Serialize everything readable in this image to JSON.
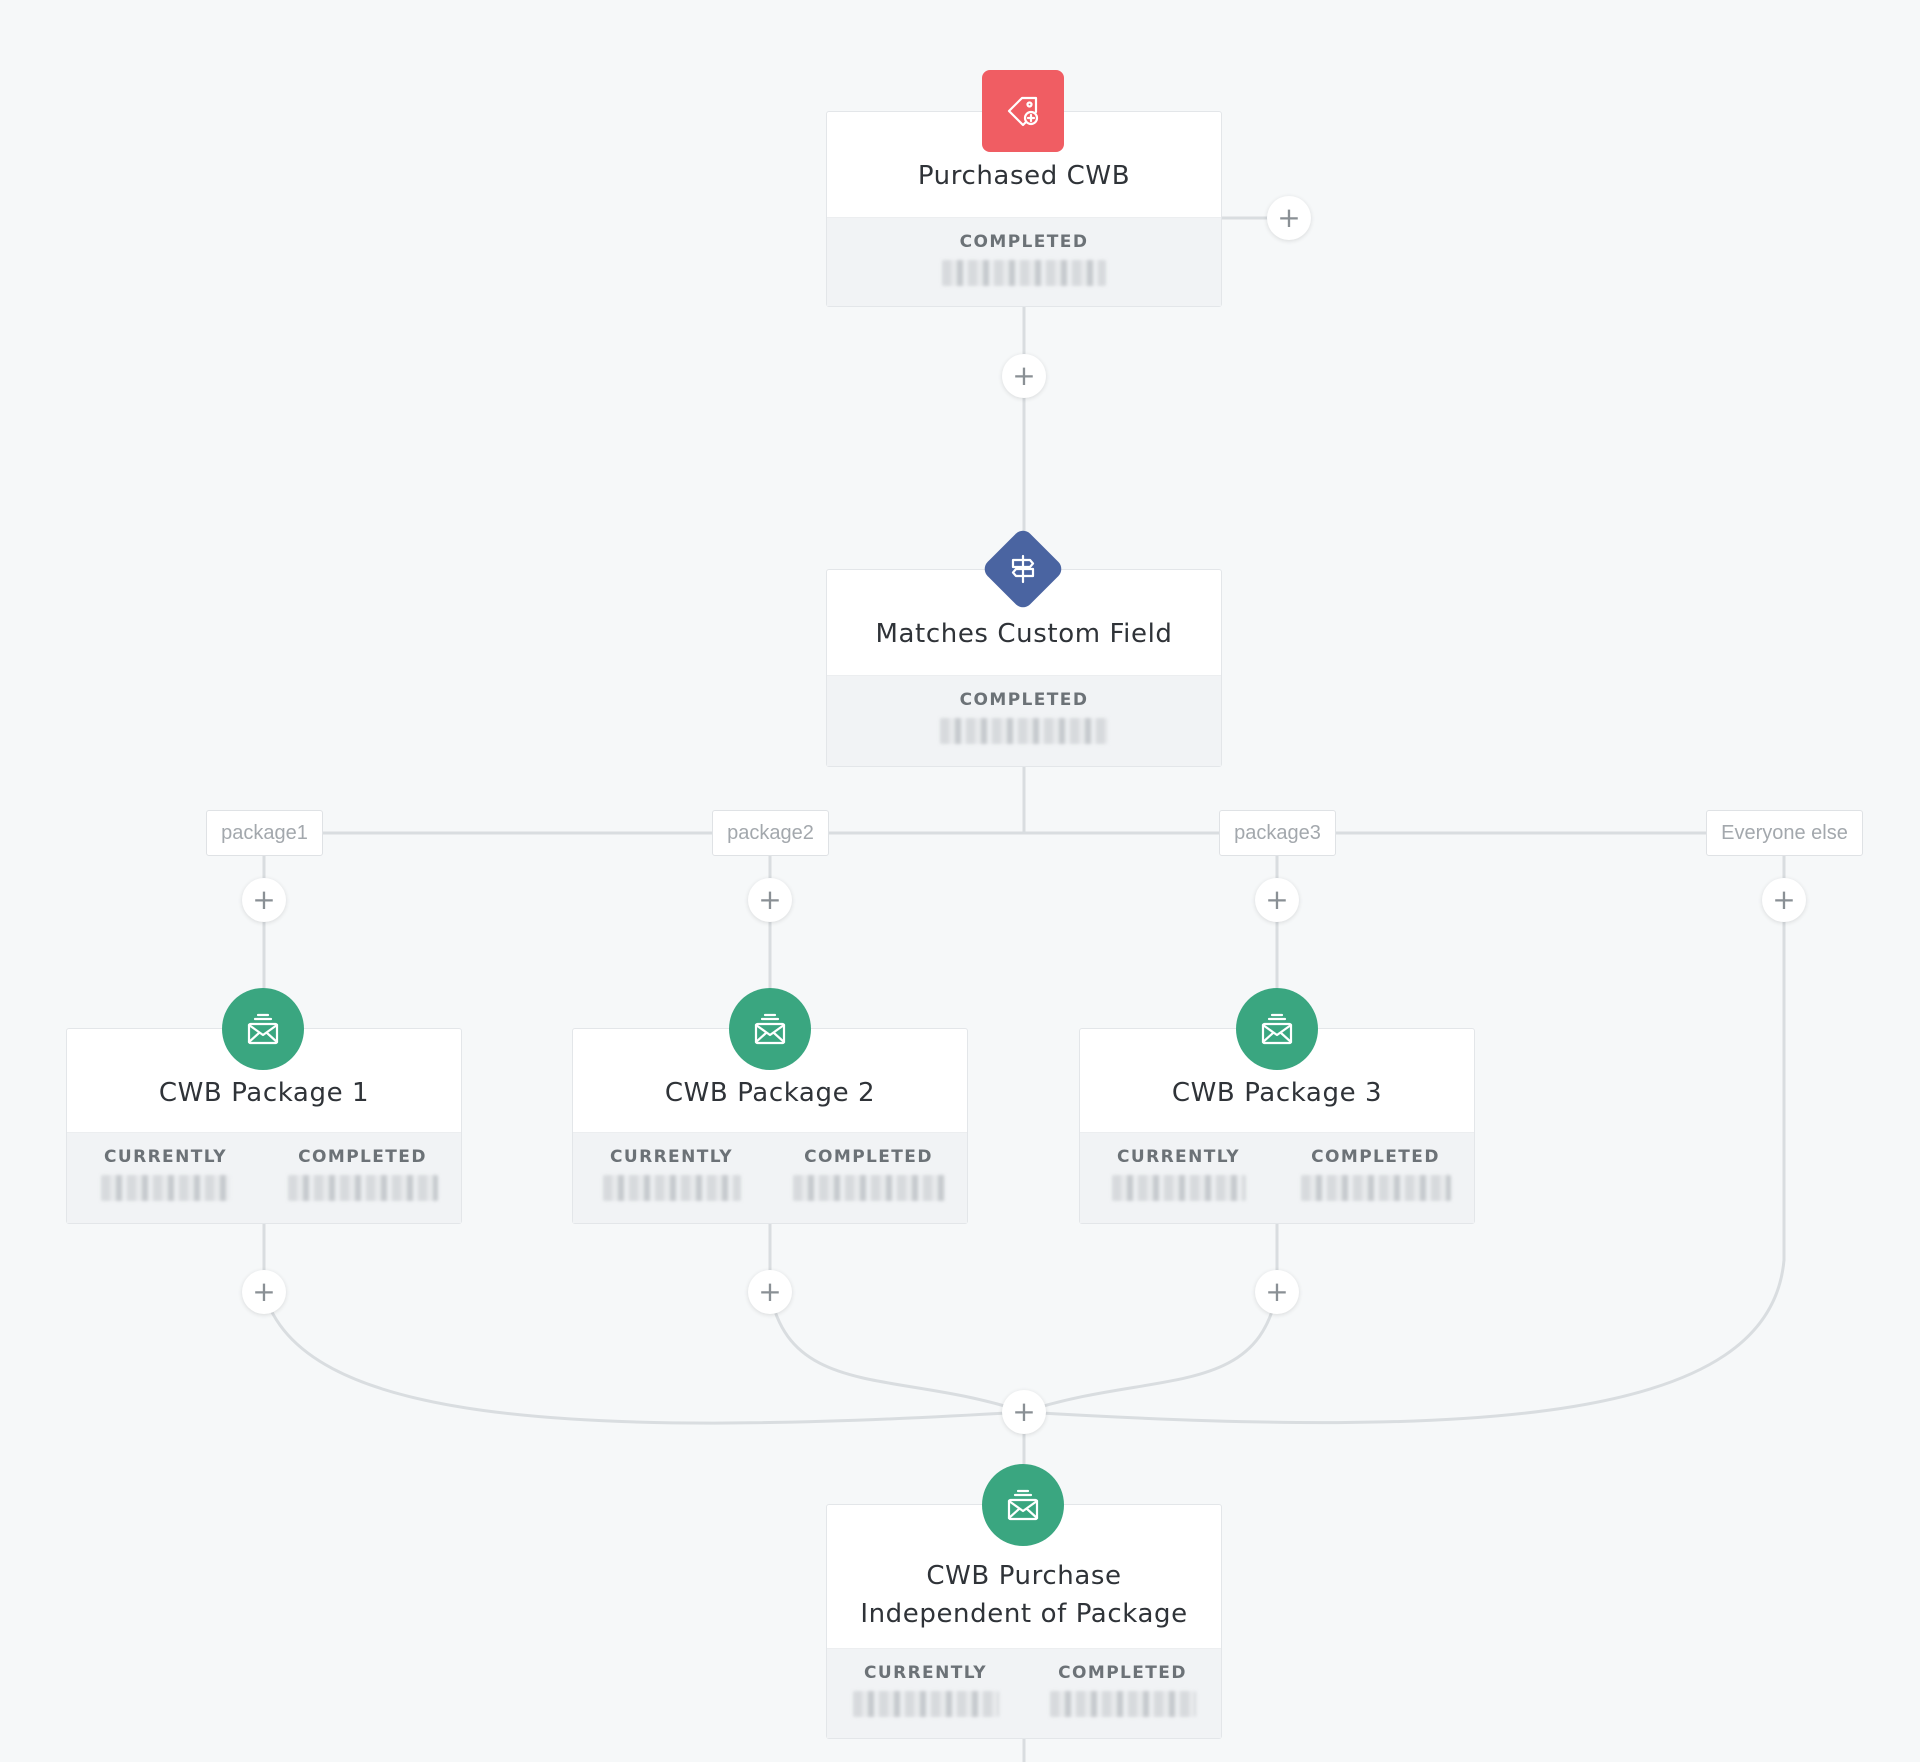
{
  "colors": {
    "background": "#f6f8f9",
    "tag_trigger": "#f05d63",
    "branch_condition": "#4a64a1",
    "email_action": "#3aa680",
    "connector_line": "#d9dde0"
  },
  "icons": {
    "trigger": "tag-icon",
    "condition": "signpost-icon",
    "email": "envelope-icon",
    "add": "plus-icon"
  },
  "add_symbol": "+",
  "nodes": {
    "purchased": {
      "title_lines": [
        "Purchased CWB"
      ],
      "stats": [
        {
          "label": "COMPLETED"
        }
      ]
    },
    "matches": {
      "title_lines": [
        "Matches Custom Field"
      ],
      "stats": [
        {
          "label": "COMPLETED"
        }
      ]
    },
    "package1": {
      "title_lines": [
        "CWB Package 1"
      ],
      "stats": [
        {
          "label": "CURRENTLY"
        },
        {
          "label": "COMPLETED"
        }
      ]
    },
    "package2": {
      "title_lines": [
        "CWB Package 2"
      ],
      "stats": [
        {
          "label": "CURRENTLY"
        },
        {
          "label": "COMPLETED"
        }
      ]
    },
    "package3": {
      "title_lines": [
        "CWB Package 3"
      ],
      "stats": [
        {
          "label": "CURRENTLY"
        },
        {
          "label": "COMPLETED"
        }
      ]
    },
    "independent": {
      "title_lines": [
        "CWB Purchase",
        "Independent of Package"
      ],
      "stats": [
        {
          "label": "CURRENTLY"
        },
        {
          "label": "COMPLETED"
        }
      ]
    }
  },
  "branches": [
    "package1",
    "package2",
    "package3",
    "Everyone else"
  ]
}
